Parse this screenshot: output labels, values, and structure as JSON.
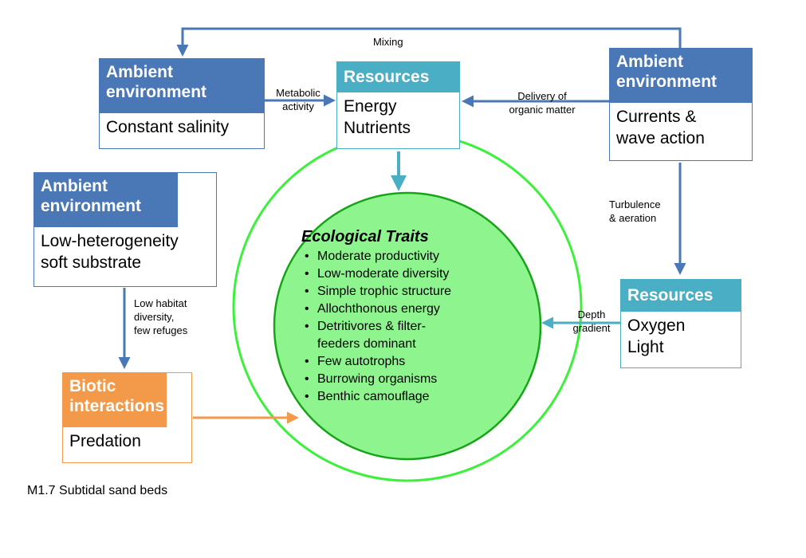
{
  "caption": "M1.7 Subtidal sand beds",
  "boxes": {
    "ambient_salinity": {
      "header": "Ambient environment",
      "body": [
        "Constant salinity"
      ]
    },
    "resources_energy": {
      "header": "Resources",
      "body": [
        "Energy",
        "Nutrients"
      ]
    },
    "ambient_currents": {
      "header": "Ambient environment",
      "body": [
        "Currents &",
        "wave action"
      ]
    },
    "ambient_substrate": {
      "header": "Ambient environment",
      "body": [
        "Low-heterogeneity",
        "soft substrate"
      ]
    },
    "resources_oxygen": {
      "header": "Resources",
      "body": [
        "Oxygen",
        "Light"
      ]
    },
    "biotic": {
      "header": "Biotic interactions",
      "body": [
        "Predation"
      ]
    }
  },
  "edge_labels": {
    "mixing": "Mixing",
    "metabolic": [
      "Metabolic",
      "activity"
    ],
    "delivery": [
      "Delivery of",
      "organic matter"
    ],
    "turbulence": [
      "Turbulence",
      "& aeration"
    ],
    "depth": [
      "Depth",
      "gradient"
    ],
    "habitat": [
      "Low habitat",
      "diversity,",
      "few refuges"
    ]
  },
  "traits": {
    "title": "Ecological Traits",
    "items": [
      "Moderate productivity",
      "Low-moderate diversity",
      "Simple trophic structure",
      "Allochthonous energy",
      "Detritivores & filter-",
      "Few autotrophs",
      "Burrowing organisms",
      "Benthic camouflage"
    ],
    "item_continuation": "feeders dominant"
  },
  "colors": {
    "ambient": "#4a78b6",
    "resources": "#4aaec4",
    "biotic": "#f39a4a",
    "circle_fill": "#8ef58e",
    "circle_ring": "#3cf03c"
  }
}
